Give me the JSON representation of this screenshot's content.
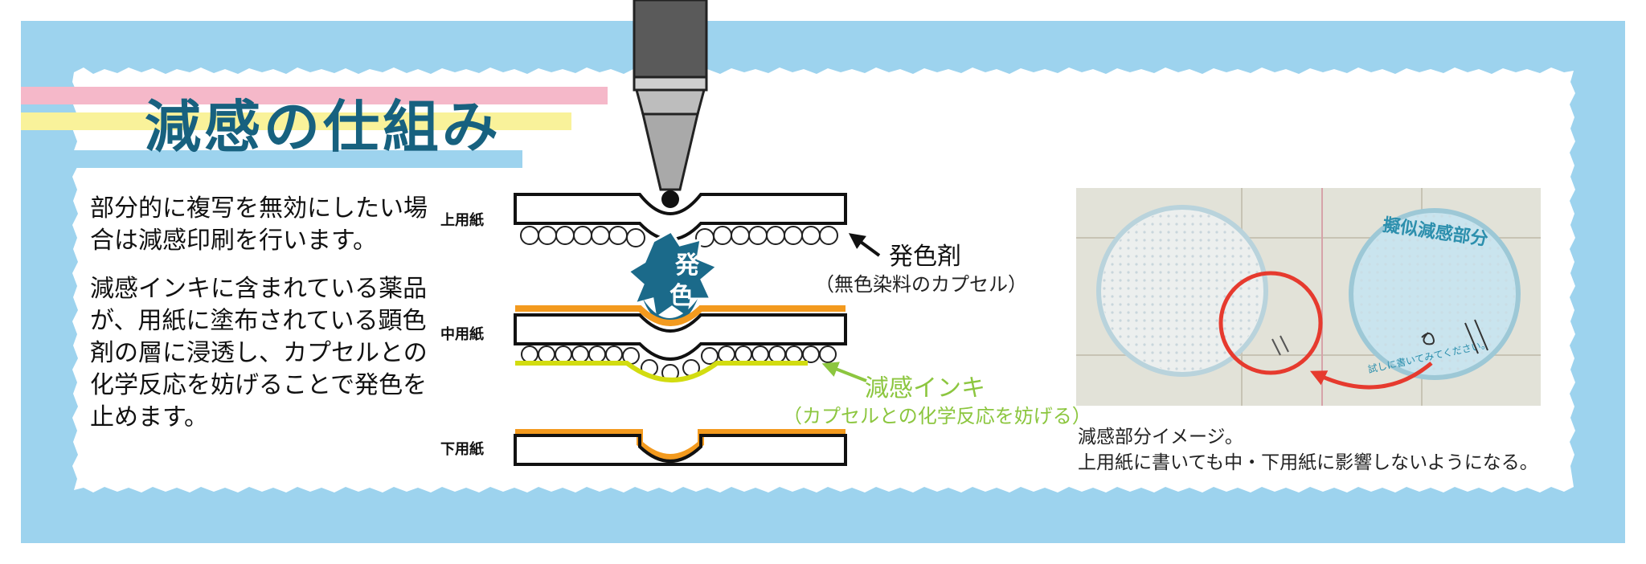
{
  "title": "減感の仕組み",
  "description": {
    "paragraph1": "部分的に複写を無効にしたい場合は減感印刷を行います。",
    "paragraph2": "減感インキに含まれている薬品が、用紙に塗布されている顕色剤の層に浸透し、カプセルとの化学反応を妨げることで発色を止めます。"
  },
  "diagram": {
    "sheet_labels": {
      "top": "上用紙",
      "middle": "中用紙",
      "bottom": "下用紙"
    },
    "color_burst": [
      "発",
      "色"
    ],
    "callout_color_agent": {
      "label": "発色剤",
      "sublabel": "（無色染料のカプセル）"
    },
    "callout_desensitizing_ink": {
      "label": "減感インキ",
      "sublabel": "（カプセルとの化学反応を妨げる）"
    }
  },
  "photo": {
    "stamp_text": "擬似減感部分",
    "stamp_subtext": "試しに書いてみてください。"
  },
  "caption": {
    "line1": "減感部分イメージ。",
    "line2": "上用紙に書いても中・下用紙に影響しないようになる。"
  },
  "colors": {
    "background_blue": "#9dd3ee",
    "title_blue": "#17617f",
    "stripe_pink": "#f5b8c9",
    "stripe_yellow": "#f9f29a",
    "developer_orange": "#f39a1e",
    "ink_lime": "#d2dc10",
    "ink_label_green": "#8cc63f",
    "burst_blue": "#1b6a8a",
    "stamp_teal": "#2c8fad",
    "arrow_red": "#e63a2e"
  }
}
